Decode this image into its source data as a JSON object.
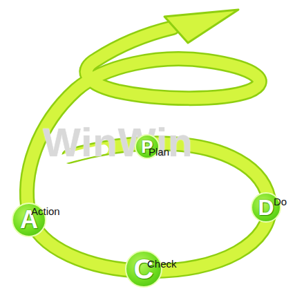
{
  "diagram": {
    "nodes": [
      {
        "text": [
          "P",
          "Plan"
        ]
      },
      {
        "text": [
          "D",
          "Do"
        ]
      },
      {
        "text": [
          "C",
          "Check"
        ]
      },
      {
        "text": [
          "A",
          "Action"
        ]
      }
    ],
    "labels": [
      "WinWin"
    ]
  }
}
